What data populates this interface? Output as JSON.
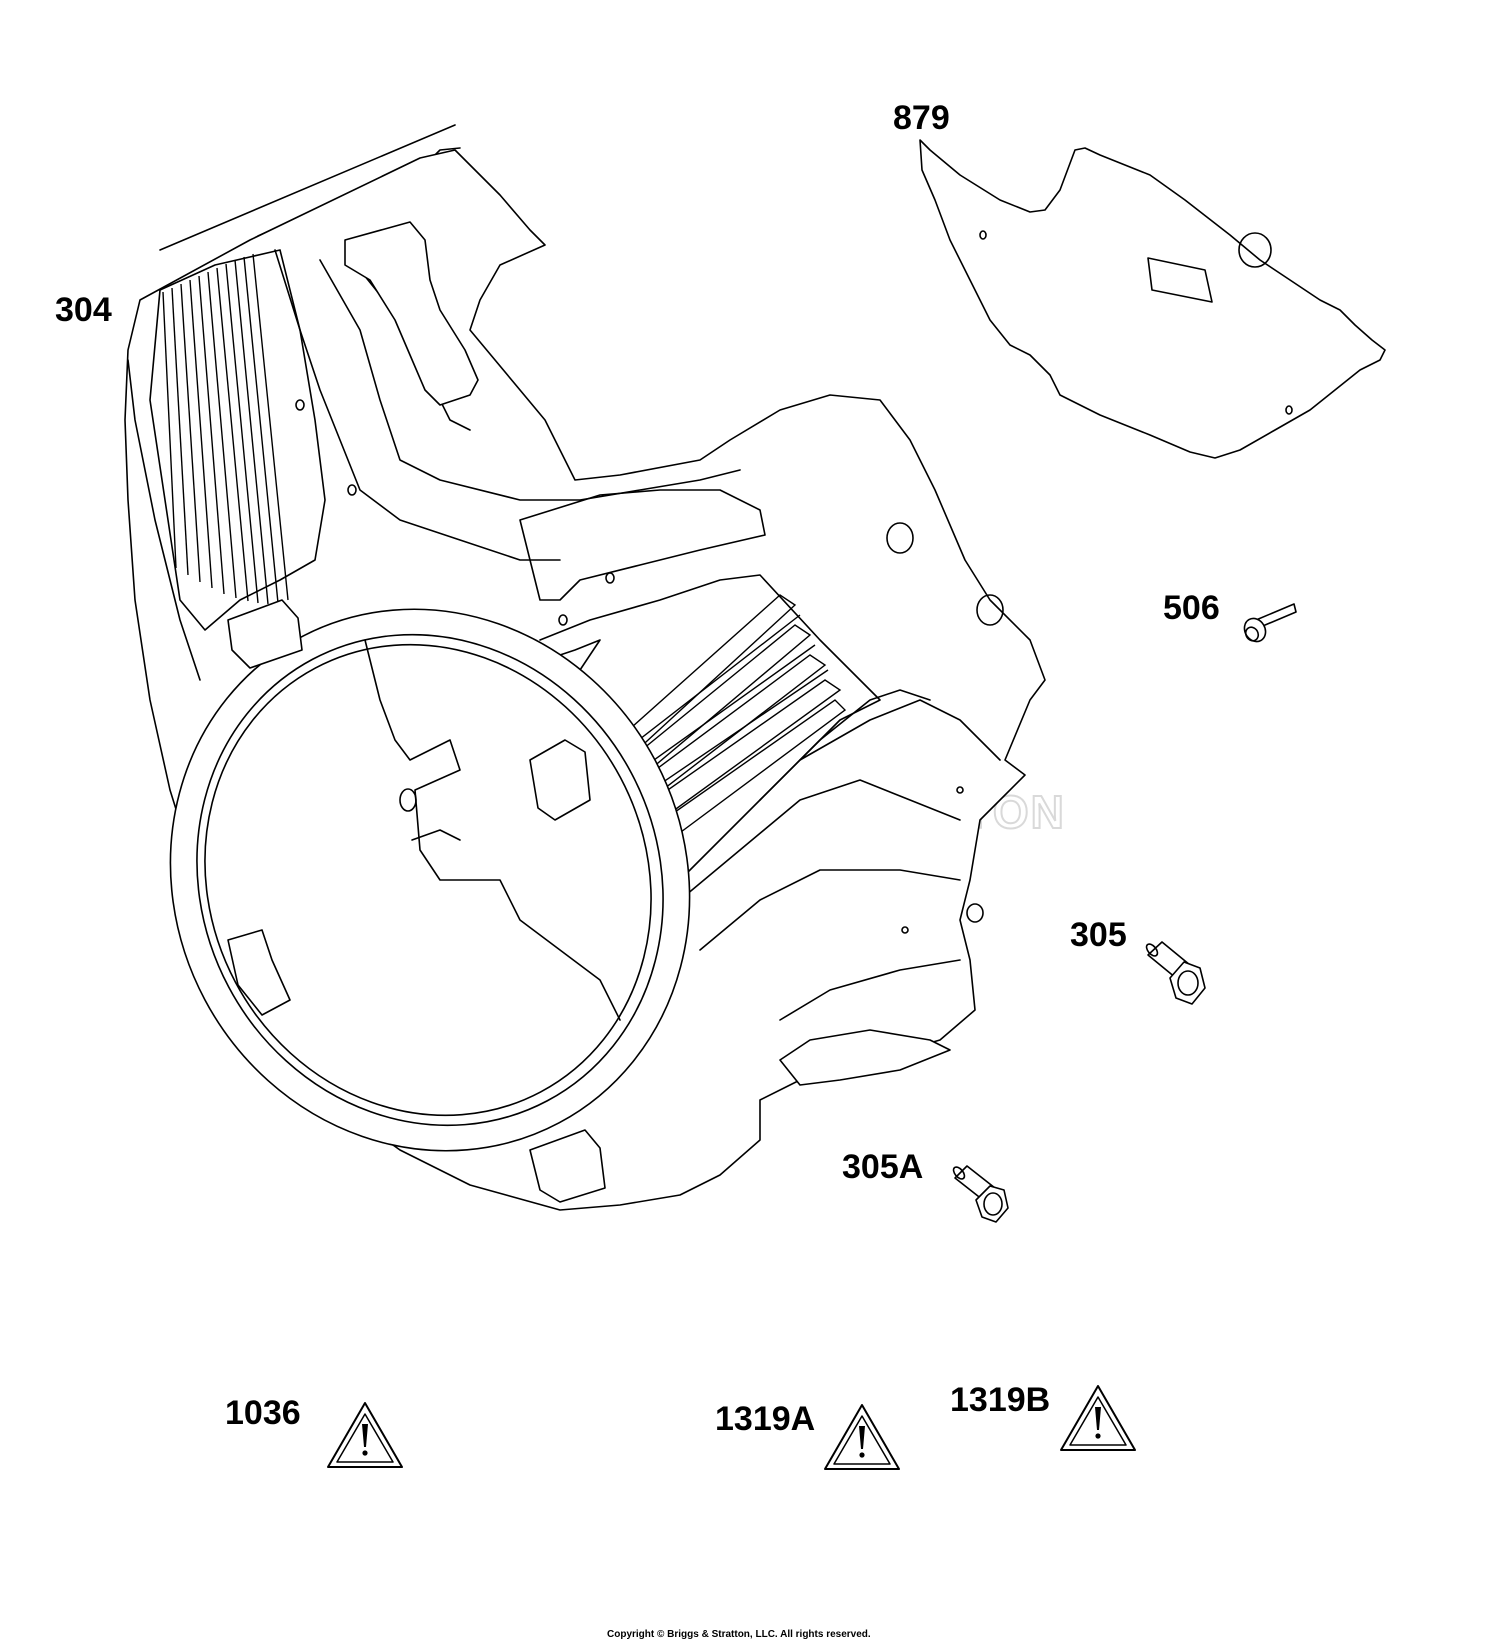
{
  "diagram": {
    "watermark": {
      "text": "BRIGGS&STRATTON",
      "registered": "®"
    },
    "copyright": "Copyright © Briggs & Stratton, LLC. All rights reserved.",
    "callouts": [
      {
        "id": "304",
        "label": "304",
        "part": "blower-housing"
      },
      {
        "id": "879",
        "label": "879",
        "part": "heat-shield"
      },
      {
        "id": "506",
        "label": "506",
        "part": "small-screw"
      },
      {
        "id": "305",
        "label": "305",
        "part": "hex-flange-bolt"
      },
      {
        "id": "305A",
        "label": "305A",
        "part": "hex-flange-bolt-a"
      },
      {
        "id": "1036",
        "label": "1036",
        "part": "warning-decal"
      },
      {
        "id": "1319A",
        "label": "1319A",
        "part": "warning-decal-a"
      },
      {
        "id": "1319B",
        "label": "1319B",
        "part": "warning-decal-b"
      }
    ],
    "icons": {
      "warning": "warning-triangle-icon",
      "bolt": "hex-bolt-icon",
      "screw": "screw-icon"
    },
    "colors": {
      "line": "#000000",
      "background": "#ffffff",
      "watermark": "#d9d9d9"
    }
  }
}
